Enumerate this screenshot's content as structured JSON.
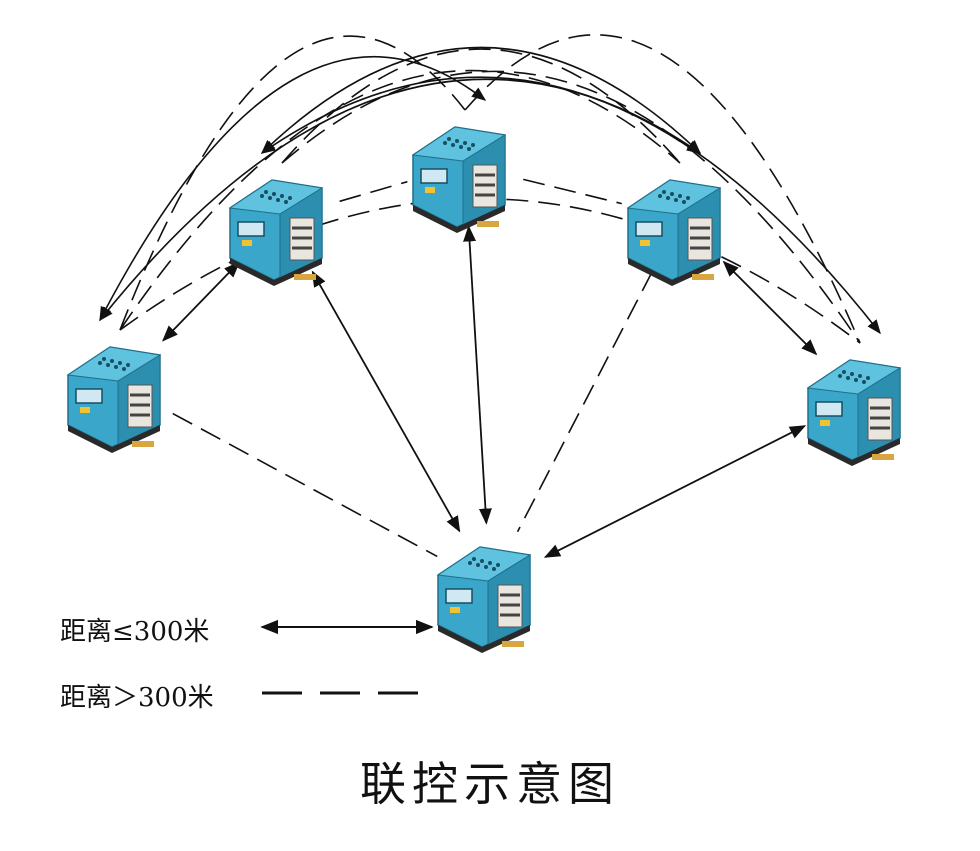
{
  "title": "联控示意图",
  "legend": {
    "solid_label": "距离≤300米",
    "dashed_label": "距离＞300米"
  },
  "machines": [
    {
      "id": "A",
      "name": "left"
    },
    {
      "id": "B",
      "name": "upper-left"
    },
    {
      "id": "C",
      "name": "top-center"
    },
    {
      "id": "D",
      "name": "upper-right"
    },
    {
      "id": "E",
      "name": "right"
    },
    {
      "id": "F",
      "name": "bottom-center"
    }
  ],
  "links": {
    "solid": [
      [
        "A",
        "B"
      ],
      [
        "B",
        "F"
      ],
      [
        "C",
        "F"
      ],
      [
        "E",
        "F"
      ],
      [
        "D",
        "E"
      ]
    ],
    "dashed": [
      [
        "A",
        "F"
      ],
      [
        "D",
        "F"
      ],
      [
        "B",
        "C"
      ],
      [
        "C",
        "D"
      ],
      [
        "A",
        "C"
      ],
      [
        "A",
        "D"
      ],
      [
        "A",
        "E"
      ],
      [
        "B",
        "D"
      ],
      [
        "B",
        "E"
      ],
      [
        "C",
        "E"
      ]
    ]
  },
  "colors": {
    "machine_body": "#3aa6c9",
    "machine_dark": "#1f6f8c",
    "line": "#111111"
  }
}
